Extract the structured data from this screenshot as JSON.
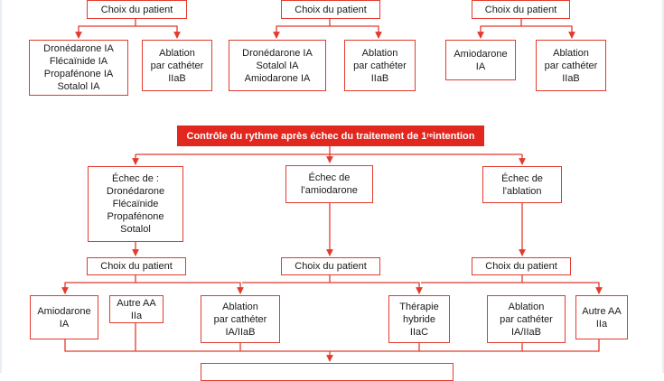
{
  "choice_label": "Choix du patient",
  "top": {
    "group1": {
      "left": "Dronédarone IA\nFlécaïnide IA\nPropafénone IA\nSotalol IA",
      "right": "Ablation\npar cathéter\nIIaB"
    },
    "group2": {
      "left": "Dronédarone IA\nSotalol IA\nAmiodarone IA",
      "right": "Ablation\npar cathéter\nIIaB"
    },
    "group3": {
      "left": "Amiodarone\nIA",
      "right": "Ablation\npar cathéter\nIIaB"
    }
  },
  "banner": {
    "text": "Contrôle du rythme après échec du traitement de 1",
    "sup": "re",
    "suffix": " intention"
  },
  "failures": {
    "left": "Échec de :\nDronédarone\nFlécaïnide\nPropafénone\nSotalol",
    "middle": "Échec de\nl'amiodarone",
    "right": "Échec de\nl'ablation"
  },
  "bottom": {
    "amiodarone": "Amiodarone\nIA",
    "autre_aa_left": "Autre AA\nIIa",
    "ablation_left": "Ablation\npar cathéter\nIA/IIaB",
    "therapie": "Thérapie\nhybride\nIIaC",
    "ablation_right": "Ablation\npar cathéter\nIA/IIaB",
    "autre_aa_right": "Autre AA\nIIa"
  },
  "colors": {
    "accent": "#e2271f",
    "border": "#e23b2e",
    "text": "#1a1a1a"
  }
}
